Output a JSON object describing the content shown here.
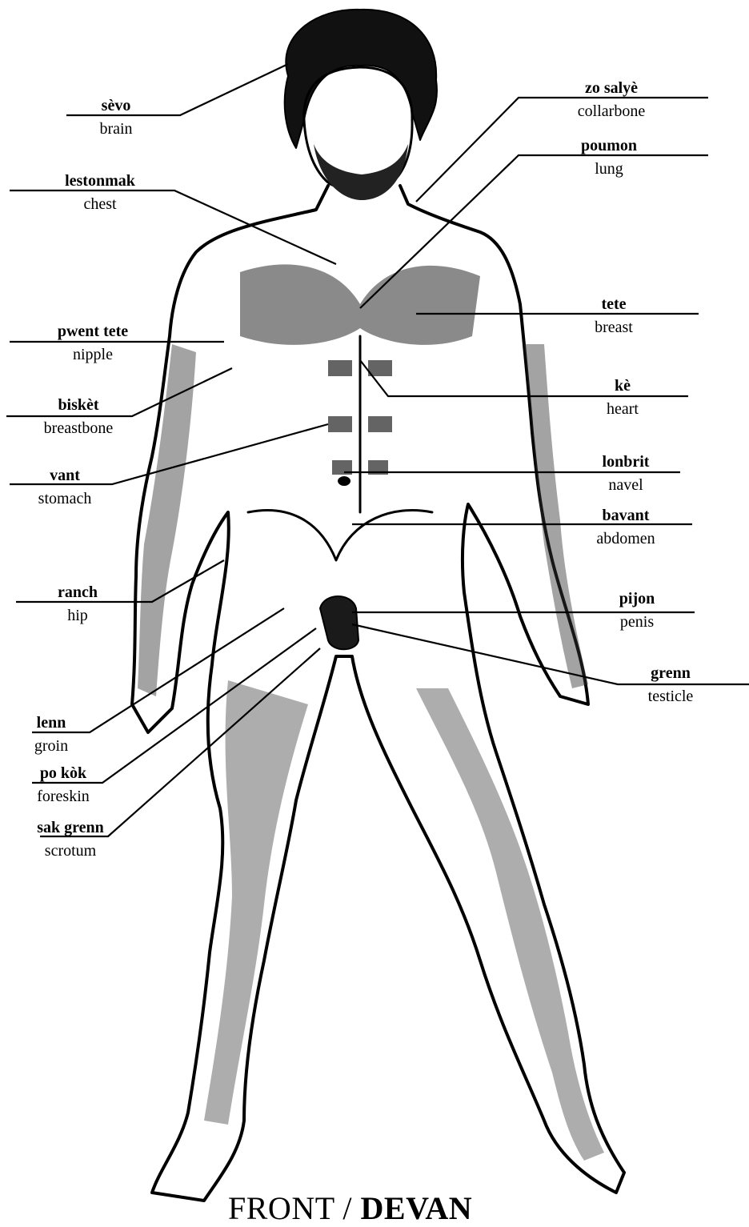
{
  "labels": [
    {
      "kreyol": "sèvo",
      "english": "brain"
    },
    {
      "kreyol": "zo salyè",
      "english": "collarbone"
    },
    {
      "kreyol": "poumon",
      "english": "lung"
    },
    {
      "kreyol": "lestonmak",
      "english": "chest"
    },
    {
      "kreyol": "tete",
      "english": "breast"
    },
    {
      "kreyol": "pwent tete",
      "english": "nipple"
    },
    {
      "kreyol": "kè",
      "english": "heart"
    },
    {
      "kreyol": "biskèt",
      "english": "breastbone"
    },
    {
      "kreyol": "lonbrit",
      "english": "navel"
    },
    {
      "kreyol": "vant",
      "english": "stomach"
    },
    {
      "kreyol": "bavant",
      "english": "abdomen"
    },
    {
      "kreyol": "ranch",
      "english": "hip"
    },
    {
      "kreyol": "pijon",
      "english": "penis"
    },
    {
      "kreyol": "grenn",
      "english": "testicle"
    },
    {
      "kreyol": "lenn",
      "english": "groin"
    },
    {
      "kreyol": "po kòk",
      "english": "foreskin"
    },
    {
      "kreyol": "sak grenn",
      "english": "scrotum"
    }
  ],
  "caption": {
    "english": "FRONT",
    "separator": " / ",
    "kreyol": "DEVAN"
  },
  "colors": {
    "ink": "#000000",
    "background": "#ffffff"
  }
}
